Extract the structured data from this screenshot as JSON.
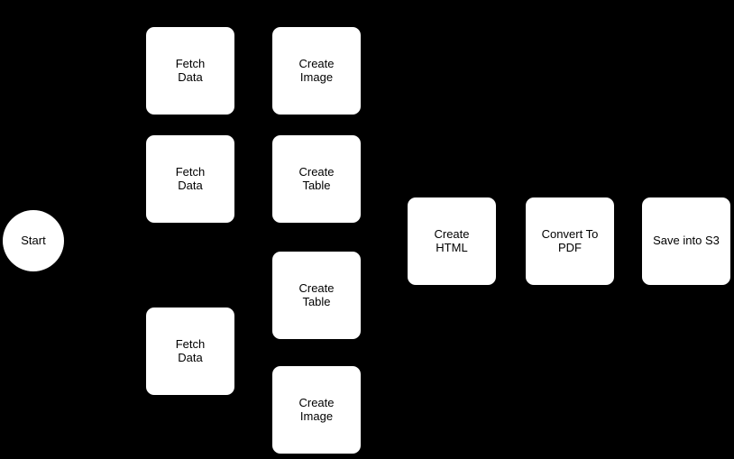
{
  "canvas": {
    "background_color": "#000000",
    "node_fill_color": "#ffffff",
    "node_text_color": "#000000"
  },
  "nodes": [
    {
      "id": "start",
      "type": "circle",
      "label": "Start"
    },
    {
      "id": "fetch-data-1",
      "type": "box",
      "label": "Fetch\nData"
    },
    {
      "id": "create-image-1",
      "type": "box",
      "label": "Create\nImage"
    },
    {
      "id": "fetch-data-2",
      "type": "box",
      "label": "Fetch\nData"
    },
    {
      "id": "create-table-1",
      "type": "box",
      "label": "Create\nTable"
    },
    {
      "id": "create-table-2",
      "type": "box",
      "label": "Create\nTable"
    },
    {
      "id": "fetch-data-3",
      "type": "box",
      "label": "Fetch\nData"
    },
    {
      "id": "create-image-2",
      "type": "box",
      "label": "Create\nImage"
    },
    {
      "id": "create-html",
      "type": "box",
      "label": "Create\nHTML"
    },
    {
      "id": "convert-to-pdf",
      "type": "box",
      "label": "Convert To\nPDF"
    },
    {
      "id": "save-into-s3",
      "type": "box",
      "label": "Save into S3"
    }
  ]
}
